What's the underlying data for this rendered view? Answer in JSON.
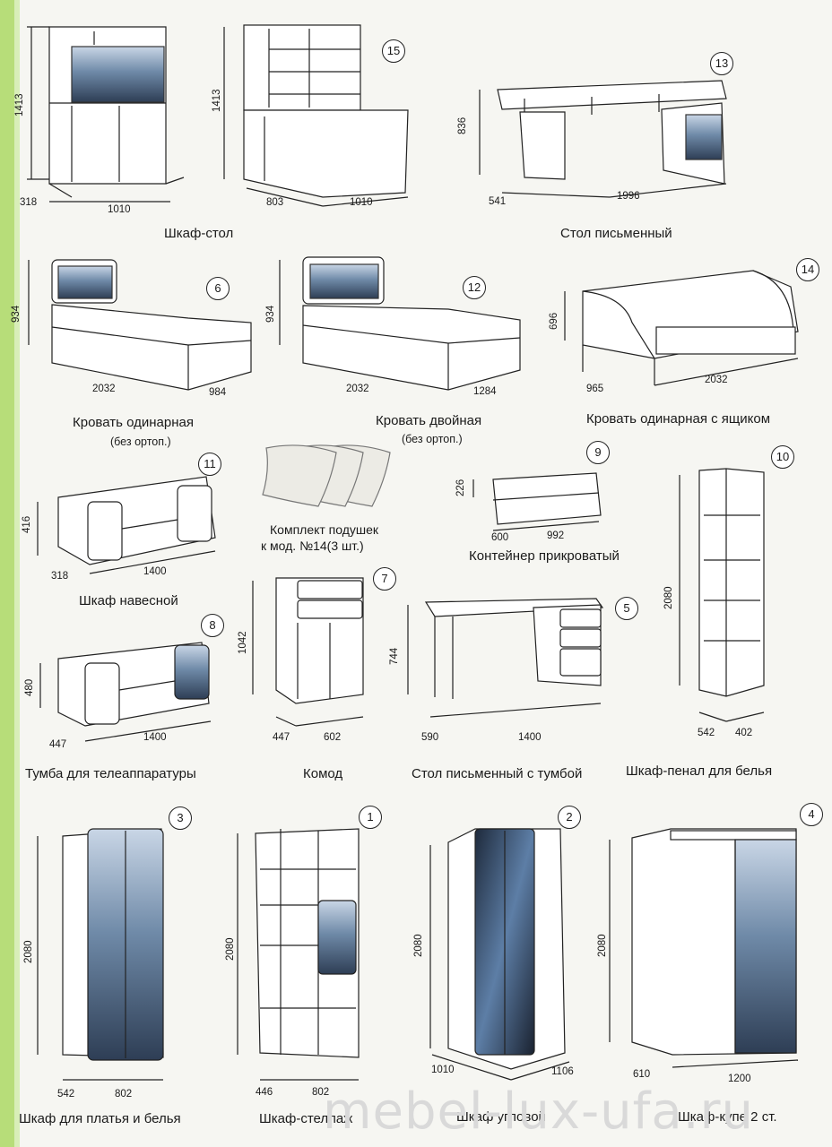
{
  "colors": {
    "accent_strip": "#b7dd79",
    "photo_panel": "#3c5d86"
  },
  "watermark": "mebel-lux-ufa.ru",
  "items": [
    {
      "id": "shkaf-stol-a",
      "dims": [
        "1413",
        "318",
        "1010"
      ]
    },
    {
      "id": "shkaf-stol-b",
      "badge": "15",
      "dims": [
        "1413",
        "803",
        "1010"
      ]
    },
    {
      "caption_shkaf_stol": "Шкаф-стол"
    },
    {
      "id": "stol-pismenny",
      "badge": "13",
      "name": "Стол письменный",
      "dims": [
        "836",
        "541",
        "1996"
      ]
    },
    {
      "id": "krovat-1",
      "badge": "6",
      "name": "Кровать одинарная",
      "note": "(без ортоп.)",
      "dims": [
        "934",
        "2032",
        "984"
      ]
    },
    {
      "id": "krovat-2",
      "badge": "12",
      "name": "Кровать двойная",
      "note": "(без ортоп.)",
      "dims": [
        "934",
        "2032",
        "1284"
      ]
    },
    {
      "id": "krovat-yashik",
      "badge": "14",
      "name": "Кровать одинарная с ящиком",
      "dims": [
        "696",
        "965",
        "2032"
      ]
    },
    {
      "id": "shkaf-navesnoy",
      "badge": "11",
      "name": "Шкаф навесной",
      "dims": [
        "416",
        "318",
        "1400"
      ]
    },
    {
      "id": "podushki",
      "name_line1": "Комплект подушек",
      "name_line2": "к мод. №14(3 шт.)"
    },
    {
      "id": "konteyner",
      "badge": "9",
      "name": "Контейнер прикроватый",
      "dims": [
        "226",
        "600",
        "992"
      ]
    },
    {
      "id": "penal",
      "badge": "10",
      "name": "Шкаф-пенал для белья",
      "dims": [
        "2080",
        "542",
        "402"
      ]
    },
    {
      "id": "tumba",
      "badge": "8",
      "name": "Тумба для телеаппаратуры",
      "dims": [
        "480",
        "447",
        "1400"
      ]
    },
    {
      "id": "komod",
      "badge": "7",
      "name": "Комод",
      "dims": [
        "1042",
        "447",
        "602"
      ]
    },
    {
      "id": "stol-tumba",
      "badge": "5",
      "name": "Стол письменный с тумбой",
      "dims": [
        "744",
        "590",
        "1400"
      ]
    },
    {
      "id": "shkaf-platya",
      "badge": "3",
      "name": "Шкаф для платья и белья",
      "dims": [
        "2080",
        "542",
        "802"
      ]
    },
    {
      "id": "stellazh",
      "badge": "1",
      "name": "Шкаф-стеллаж",
      "dims": [
        "2080",
        "446",
        "802"
      ]
    },
    {
      "id": "uglovoy",
      "badge": "2",
      "name": "Шкаф угловой",
      "dims": [
        "2080",
        "1010",
        "1106"
      ]
    },
    {
      "id": "kupe",
      "badge": "4",
      "name": "Шкаф-купе 2 ст.",
      "dims": [
        "2080",
        "610",
        "1200"
      ]
    }
  ]
}
